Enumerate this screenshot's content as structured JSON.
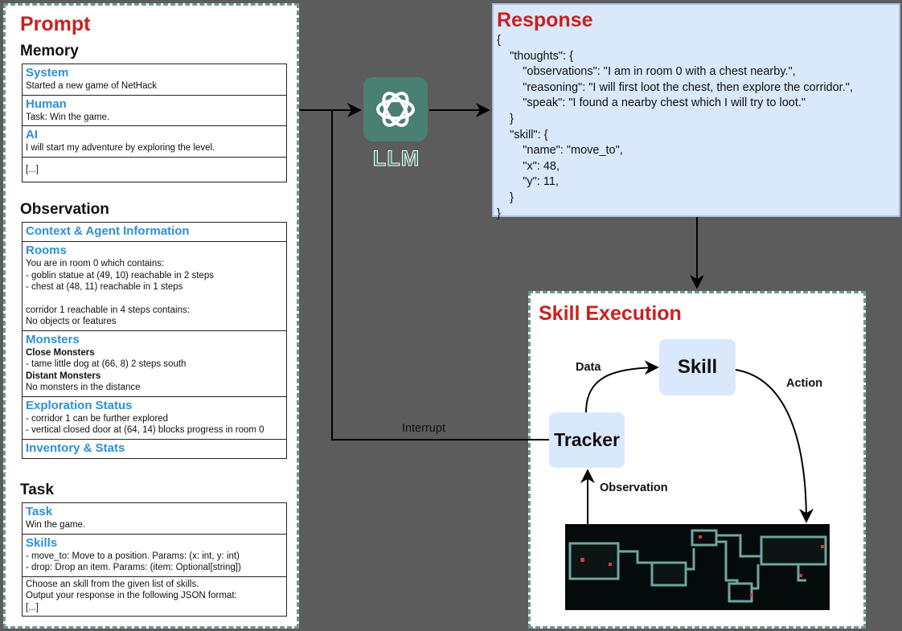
{
  "prompt": {
    "title": "Prompt",
    "memory": {
      "heading": "Memory",
      "rows": [
        {
          "head": "System",
          "lines": [
            "Started a new game of NetHack"
          ]
        },
        {
          "head": "Human",
          "lines": [
            "Task: Win the game."
          ]
        },
        {
          "head": "AI",
          "lines": [
            "I will start my adventure by exploring the level."
          ]
        },
        {
          "head": "",
          "lines": [
            "[...]"
          ]
        }
      ]
    },
    "observation": {
      "heading": "Observation",
      "rows": [
        {
          "head": "Context & Agent Information",
          "lines": []
        },
        {
          "head": "Rooms",
          "lines": [
            "You are in room 0 which contains:",
            "- goblin statue at (49, 10) reachable in 2 steps",
            "- chest at (48, 11) reachable in 1 steps",
            "",
            "corridor 1 reachable in 4 steps contains:",
            "No objects or features"
          ]
        },
        {
          "head": "Monsters",
          "lines": [
            "Close Monsters",
            "- tame little dog at (66, 8) 2 steps south",
            "Distant Monsters",
            "No monsters in the distance"
          ]
        },
        {
          "head": "Exploration Status",
          "lines": [
            "- corridor 1 can be further explored",
            "- vertical closed door at (64, 14) blocks progress in room 0"
          ]
        },
        {
          "head": "Inventory & Stats",
          "lines": []
        }
      ]
    },
    "task": {
      "heading": "Task",
      "rows": [
        {
          "head": "Task",
          "lines": [
            "Win the game."
          ]
        },
        {
          "head": "Skills",
          "lines": [
            "- move_to: Move to a position. Params: (x: int, y: int)",
            "- drop: Drop an item. Params: (item: Optional[string])"
          ]
        },
        {
          "head": "",
          "lines": [
            "Choose an skill from the given list of skills.",
            "Output your response in the following JSON format:",
            "[...]"
          ]
        }
      ]
    }
  },
  "llm": {
    "label": "LLM",
    "icon": "openai-logo-icon"
  },
  "response": {
    "title": "Response",
    "lines": [
      "{",
      "    \"thoughts\": {",
      "        \"observations\": \"I am in room 0 with a chest nearby.\",",
      "        \"reasoning\": \"I will first loot the chest, then explore the corridor.\",",
      "        \"speak\": \"I found a nearby chest which I will try to loot.\"",
      "    }",
      "    \"skill\": {",
      "        \"name\": \"move_to\",",
      "        \"x\": 48,",
      "        \"y\": 11,",
      "    }",
      "}"
    ]
  },
  "skill_execution": {
    "title": "Skill Execution",
    "skill_node": "Skill",
    "tracker_node": "Tracker",
    "data_label": "Data",
    "action_label": "Action",
    "observation_label": "Observation",
    "interrupt_label": "Interrupt"
  },
  "colors": {
    "background": "#5c5c5c",
    "title_red": "#cc1f1f",
    "heading_blue": "#2f8fd6",
    "node_fill": "#dae8fc",
    "llm_green": "#4a7f74",
    "dashed_border": "#6d9a90"
  }
}
